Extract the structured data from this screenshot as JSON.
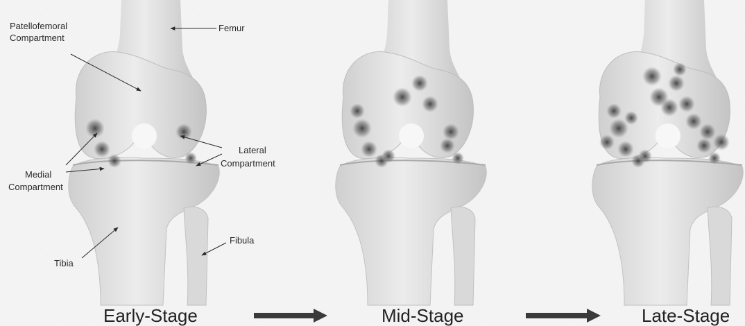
{
  "stages": [
    {
      "label": "Early-Stage",
      "severity": 1
    },
    {
      "label": "Mid-Stage",
      "severity": 2
    },
    {
      "label": "Late-Stage",
      "severity": 3
    }
  ],
  "annotations": {
    "femur": "Femur",
    "patellofemoral_1": "Patellofemoral",
    "patellofemoral_2": "Compartment",
    "lateral_1": "Lateral",
    "lateral_2": "Compartment",
    "medial_1": "Medial",
    "medial_2": "Compartment",
    "tibia": "Tibia",
    "fibula": "Fibula"
  },
  "colors": {
    "bone": "#e6e6e6",
    "bone_shadow": "#b9b9b9",
    "damage": "#555555",
    "arrow": "#3a3a3a",
    "text": "#2a2a2a",
    "background": "#f4f4f4"
  }
}
